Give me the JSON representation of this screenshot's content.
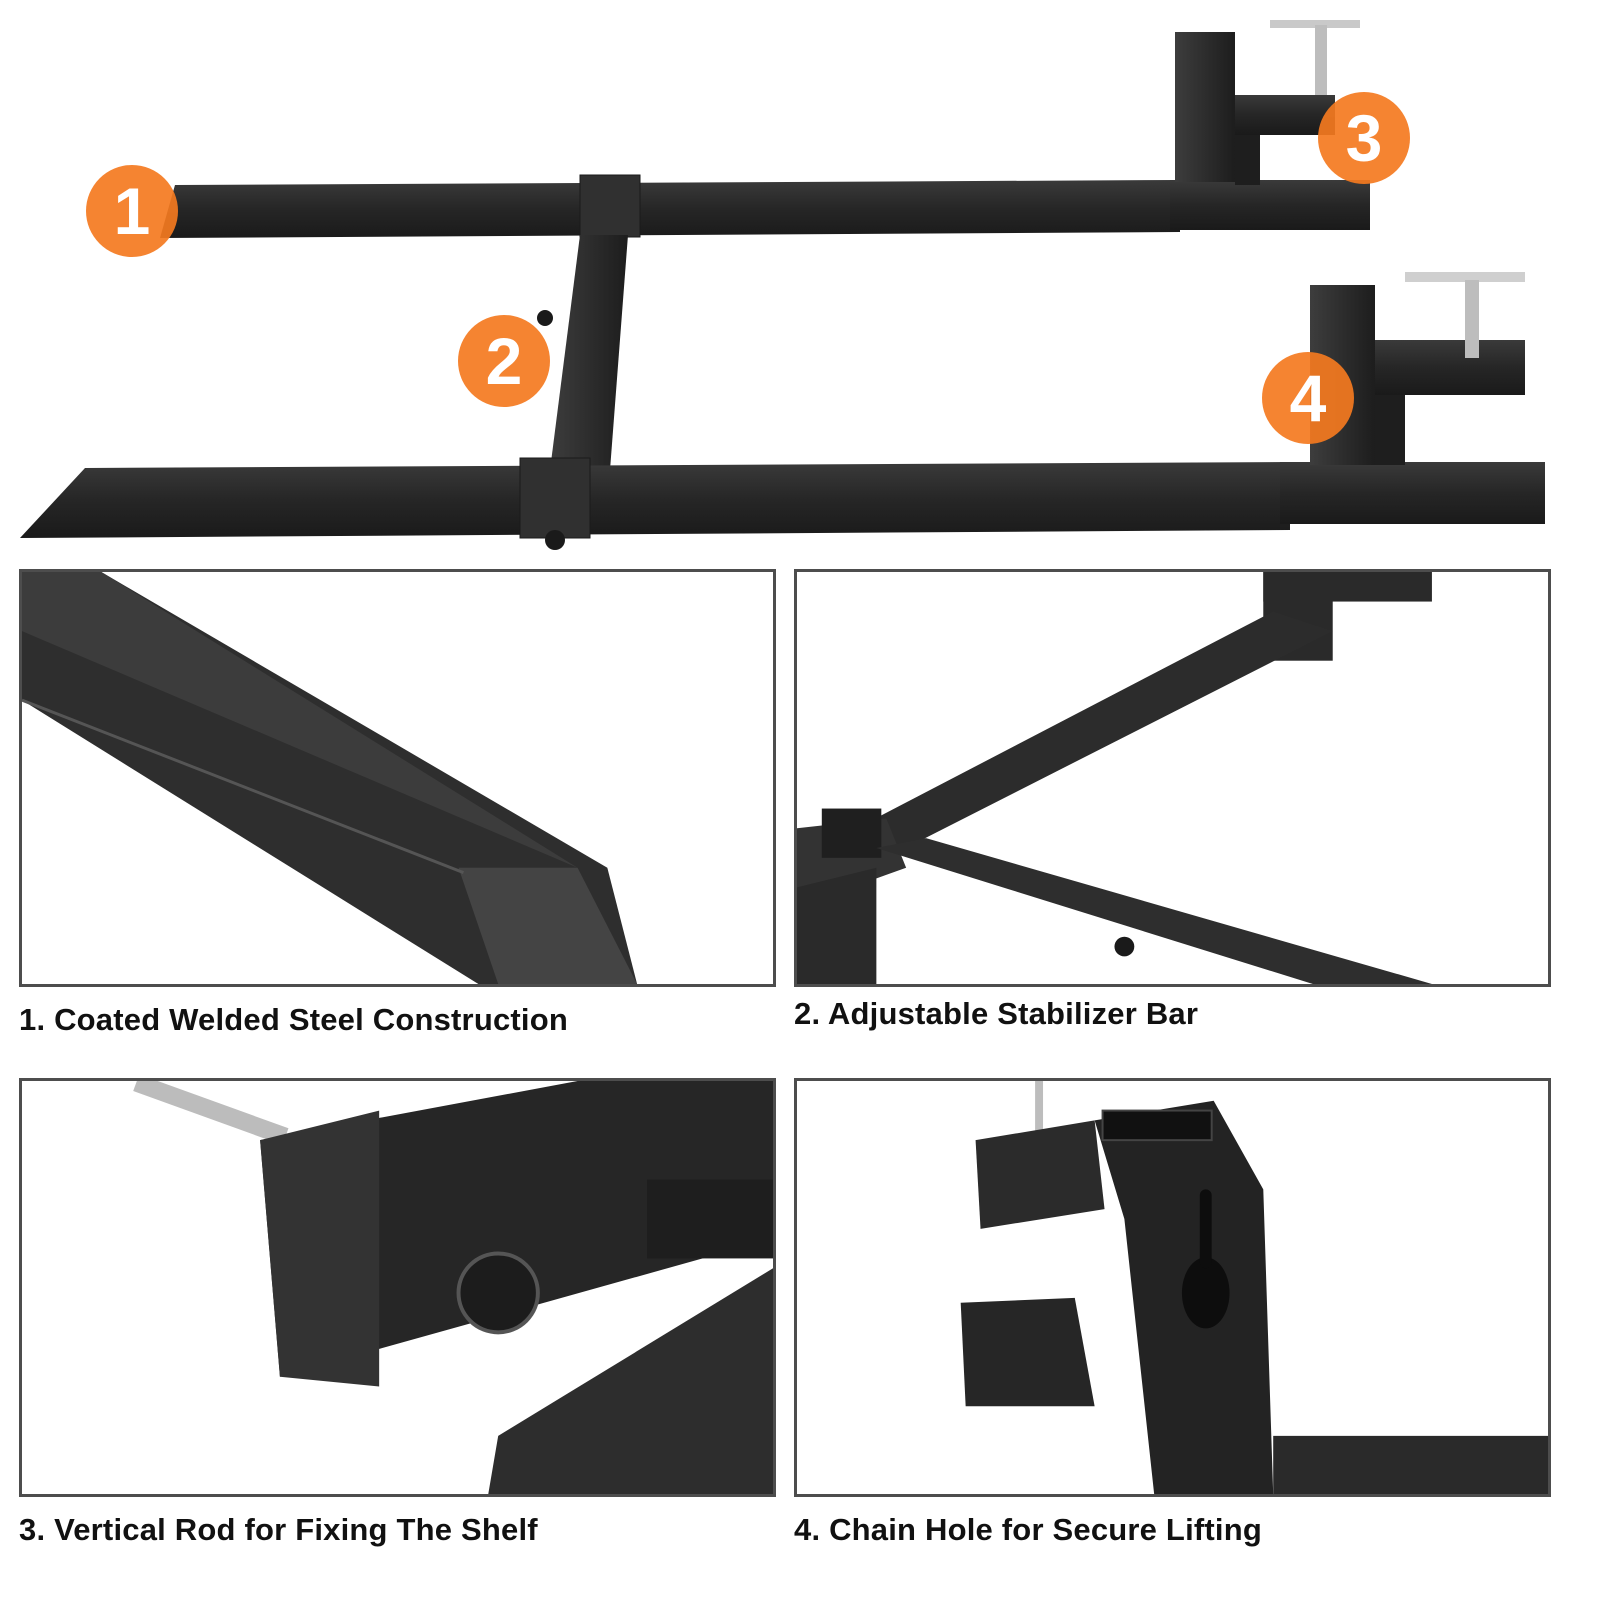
{
  "badges": [
    {
      "number": "1"
    },
    {
      "number": "2"
    },
    {
      "number": "3"
    },
    {
      "number": "4"
    }
  ],
  "features": [
    {
      "caption": "1. Coated Welded Steel Construction"
    },
    {
      "caption": "2. Adjustable Stabilizer Bar"
    },
    {
      "caption": "3. Vertical Rod for Fixing The Shelf"
    },
    {
      "caption": "4. Chain Hole for Secure Lifting"
    }
  ],
  "colors": {
    "badge_orange": "#F47A20",
    "steel": "#2b2b2b",
    "panel_border": "#4d4d4d",
    "caption_text": "#111111"
  }
}
